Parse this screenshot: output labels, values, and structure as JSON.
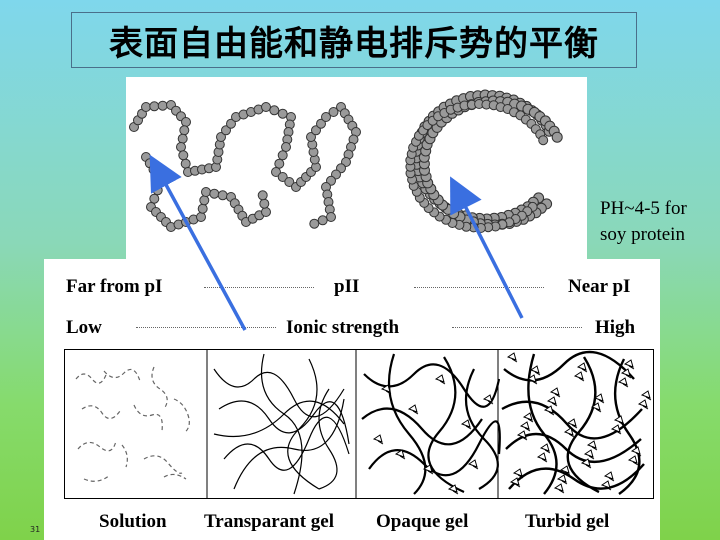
{
  "title": "表面自由能和静电排斥势的平衡",
  "side_note": {
    "line1": "PH~4-5 for",
    "line2": "soy protein"
  },
  "scale_row1": {
    "left": "Far from pI",
    "middle": "pII",
    "right": "Near pI"
  },
  "scale_row2": {
    "left": "Low",
    "middle": "Ionic strength",
    "right": "High"
  },
  "gel_states": [
    "Solution",
    "Transparant gel",
    "Opaque gel",
    "Turbid gel"
  ],
  "page_number": "31",
  "colors": {
    "arrow": "#3a6fe0",
    "title_border": "#4a6f8a"
  }
}
